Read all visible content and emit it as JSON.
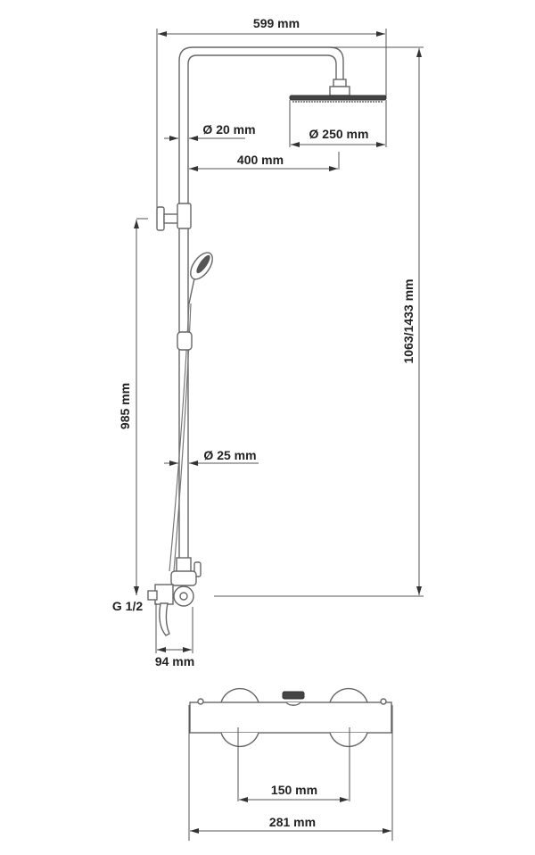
{
  "dimensions": {
    "total_width": "599 mm",
    "pipe_diameter_top": "Ø 20 mm",
    "head_diameter": "Ø 250 mm",
    "arm_length": "400 mm",
    "total_height": "1063/1433 mm",
    "bracket_height": "985 mm",
    "pipe_diameter_bottom": "Ø 25 mm",
    "thread": "G 1/2",
    "wall_offset": "94 mm",
    "inlet_spacing": "150 mm",
    "mixer_width": "281 mm"
  }
}
